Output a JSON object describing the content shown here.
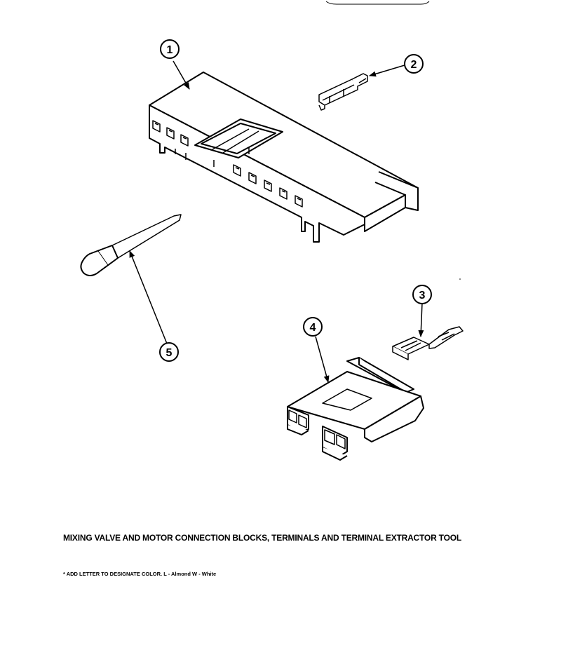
{
  "caption": "MIXING VALVE AND MOTOR CONNECTION BLOCKS, TERMINALS AND TERMINAL EXTRACTOR TOOL",
  "note": "* ADD LETTER TO DESIGNATE COLOR.  L - Almond  W - White",
  "callouts": [
    "1",
    "2",
    "3",
    "4",
    "5"
  ],
  "colors": {
    "line": "#000000",
    "background": "#ffffff"
  }
}
